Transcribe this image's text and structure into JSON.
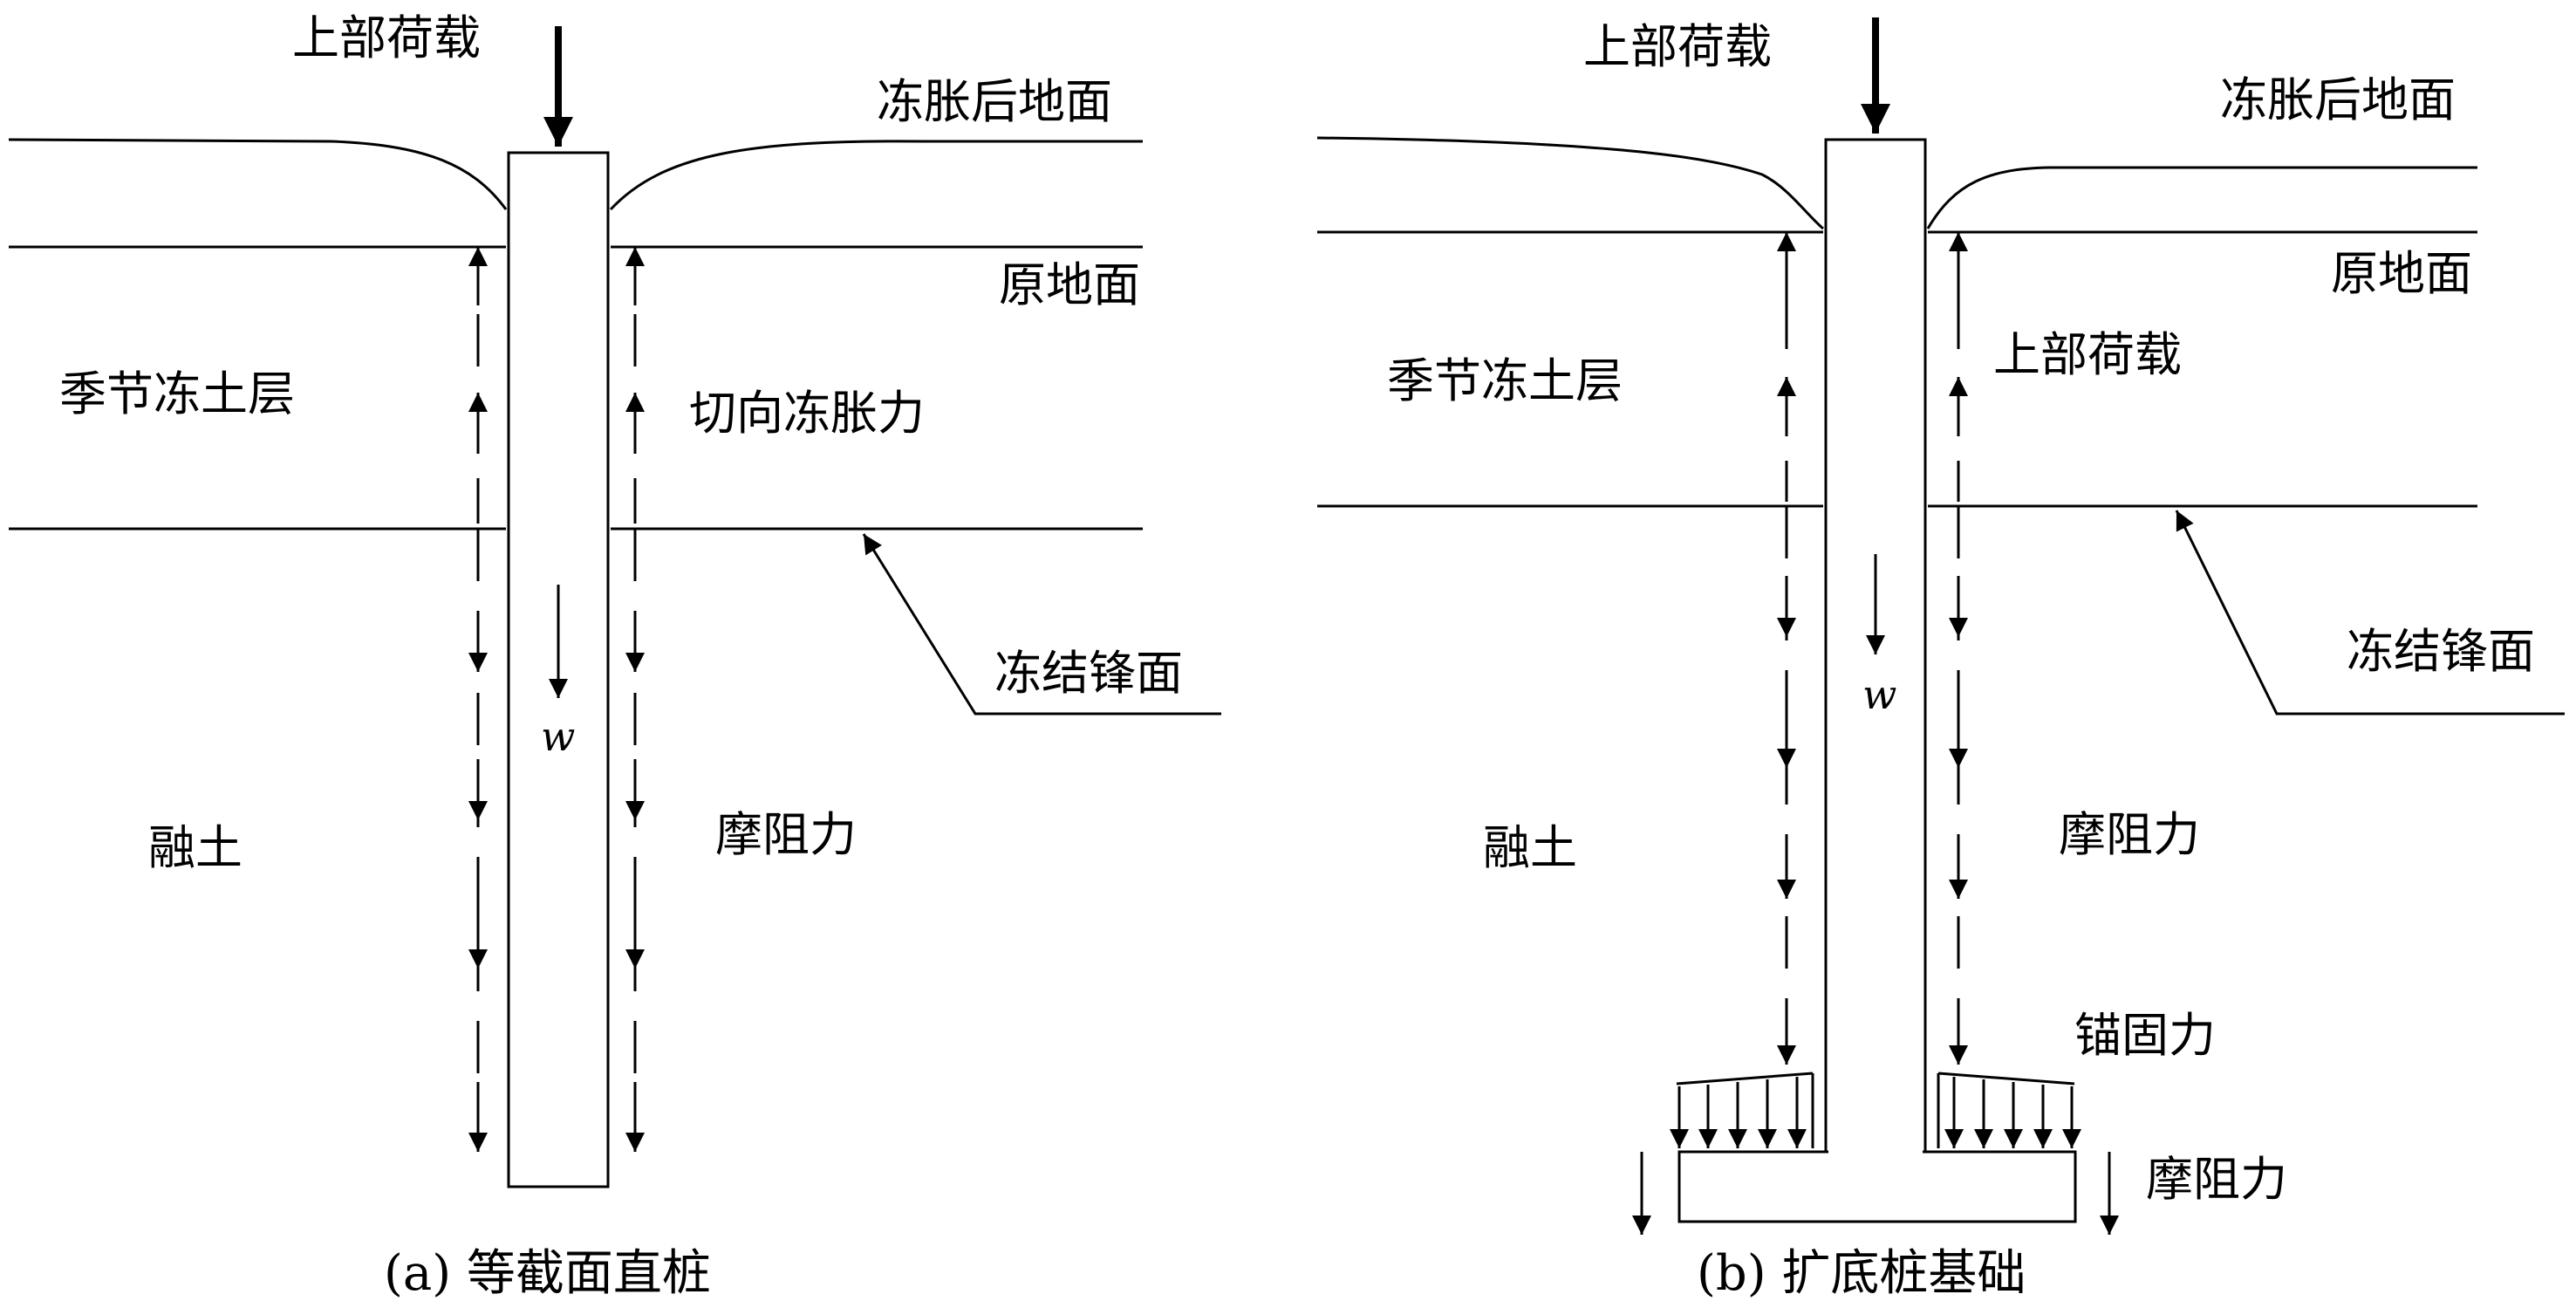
{
  "panel_a": {
    "top_load": "上部荷载",
    "heave_ground": "冻胀后地面",
    "original_ground": "原地面",
    "seasonal_layer": "季节冻土层",
    "tangential_force": "切向冻胀力",
    "freezing_front": "冻结锋面",
    "thawed_soil": "融土",
    "friction": "摩阻力",
    "weight": "w",
    "caption": "(a) 等截面直桩"
  },
  "panel_b": {
    "top_load": "上部荷载",
    "heave_ground": "冻胀后地面",
    "original_ground": "原地面",
    "seasonal_layer": "季节冻土层",
    "side_load": "上部荷载",
    "freezing_front": "冻结锋面",
    "thawed_soil": "融土",
    "friction": "摩阻力",
    "weight": "w",
    "anchor_force": "锚固力",
    "base_friction": "摩阻力",
    "caption": "(b) 扩底桩基础"
  }
}
